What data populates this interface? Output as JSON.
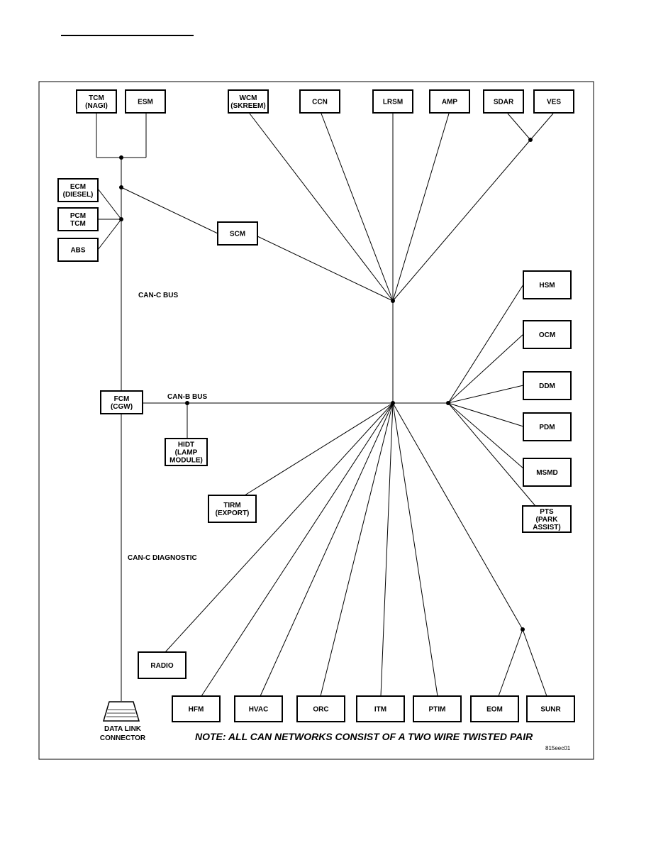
{
  "modules": {
    "tcm_nagi": [
      "TCM",
      "(NAGI)"
    ],
    "esm": [
      "ESM"
    ],
    "wcm": [
      "WCM",
      "(SKREEM)"
    ],
    "ccn": [
      "CCN"
    ],
    "lrsm": [
      "LRSM"
    ],
    "amp": [
      "AMP"
    ],
    "sdar": [
      "SDAR"
    ],
    "ves": [
      "VES"
    ],
    "ecm_diesel": [
      "ECM",
      "(DIESEL)"
    ],
    "pcm_tcm": [
      "PCM",
      "TCM"
    ],
    "abs": [
      "ABS"
    ],
    "scm": [
      "SCM"
    ],
    "hsm": [
      "HSM"
    ],
    "ocm": [
      "OCM"
    ],
    "ddm": [
      "DDM"
    ],
    "pdm": [
      "PDM"
    ],
    "msmd": [
      "MSMD"
    ],
    "pts": [
      "PTS",
      "(PARK",
      "ASSIST)"
    ],
    "fcm": [
      "FCM",
      "(CGW)"
    ],
    "hidt": [
      "HIDT",
      "(LAMP",
      "MODULE)"
    ],
    "tirm": [
      "TIRM",
      "(EXPORT)"
    ],
    "radio": [
      "RADIO"
    ],
    "hfm": [
      "HFM"
    ],
    "hvac": [
      "HVAC"
    ],
    "orc": [
      "ORC"
    ],
    "itm": [
      "ITM"
    ],
    "ptim": [
      "PTIM"
    ],
    "eom": [
      "EOM"
    ],
    "sunr": [
      "SUNR"
    ]
  },
  "bus_labels": {
    "can_c_bus": "CAN-C BUS",
    "can_b_bus": "CAN-B BUS",
    "can_c_diagnostic": "CAN-C DIAGNOSTIC"
  },
  "connector_label": [
    "DATA LINK",
    "CONNECTOR"
  ],
  "note": "NOTE: ALL CAN NETWORKS CONSIST OF A TWO WIRE TWISTED PAIR",
  "figure_code": "815eec01"
}
